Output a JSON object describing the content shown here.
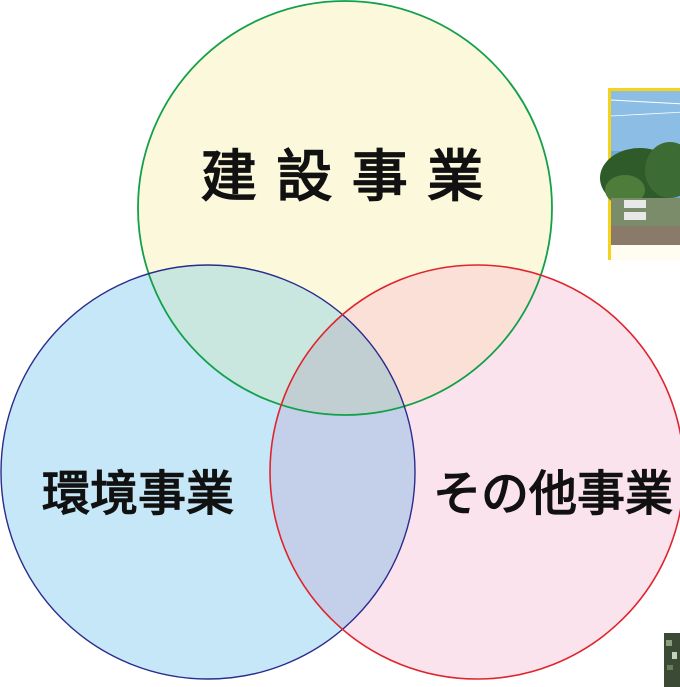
{
  "diagram": {
    "circles": [
      {
        "id": "construction",
        "label": "建 設 事 業",
        "fill": "#fbf8dc",
        "stroke": "#13a04a"
      },
      {
        "id": "environment",
        "label": "環境事業",
        "fill": "#c5e7f7",
        "stroke": "#2a2c8c"
      },
      {
        "id": "other",
        "label": "その他事業",
        "fill": "#fbe3ee",
        "stroke": "#e0242c"
      }
    ],
    "overlap_colors": {
      "construction_environment": "#c9e6df",
      "construction_other": "#fae0d6",
      "environment_other": "#c4d0ea",
      "all_three": "#c2cfd2"
    }
  },
  "photo_top": {
    "description_icon": "construction-site-photo",
    "frame_color": "#f5d21b"
  },
  "photo_bottom": {
    "description_icon": "foliage-photo"
  }
}
